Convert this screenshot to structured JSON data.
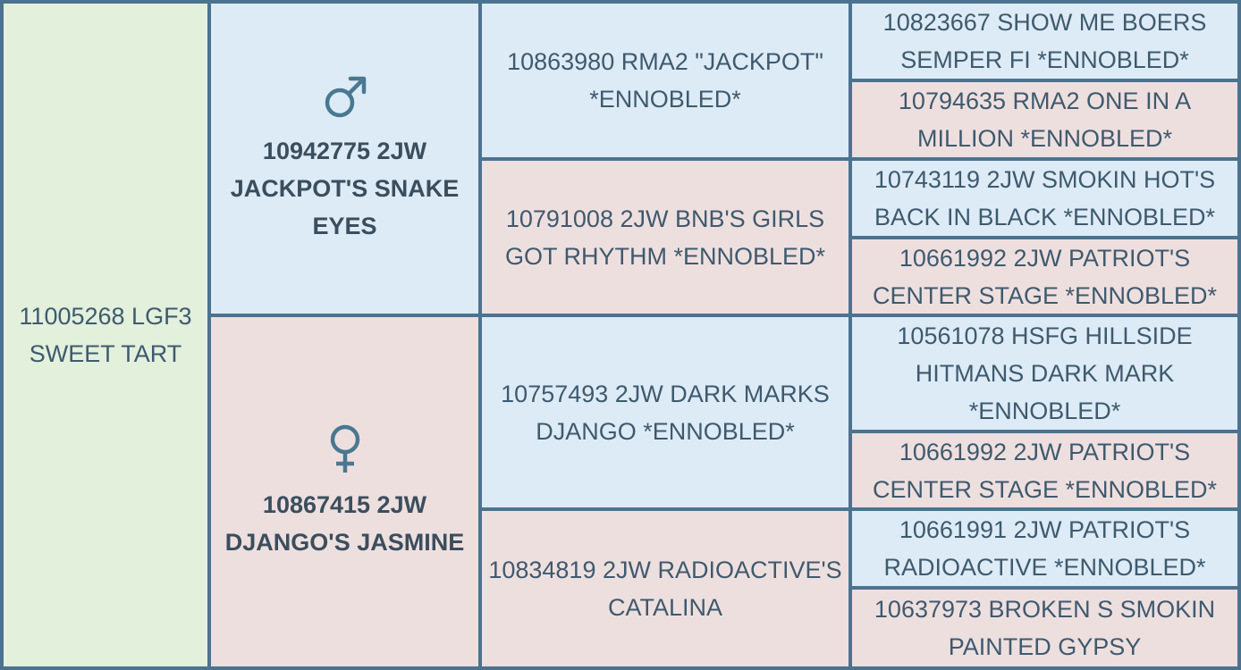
{
  "pedigree": {
    "subject": {
      "name": "11005268 LGF3 SWEET TART"
    },
    "sire": {
      "name": "10942775 2JW JACKPOT'S SNAKE EYES",
      "icon": "male-symbol-icon"
    },
    "dam": {
      "name": "10867415 2JW DJANGO'S JASMINE",
      "icon": "female-symbol-icon"
    },
    "sire_sire": {
      "name": "10863980 RMA2 \"JACKPOT\" *ENNOBLED*"
    },
    "sire_dam": {
      "name": "10791008 2JW BNB'S GIRLS GOT RHYTHM *ENNOBLED*"
    },
    "dam_sire": {
      "name": "10757493 2JW DARK MARKS DJANGO *ENNOBLED*"
    },
    "dam_dam": {
      "name": "10834819 2JW RADIOACTIVE'S CATALINA"
    },
    "sire_sire_sire": {
      "name": "10823667 SHOW ME BOERS SEMPER FI *ENNOBLED*"
    },
    "sire_sire_dam": {
      "name": "10794635 RMA2 ONE IN A MILLION *ENNOBLED*"
    },
    "sire_dam_sire": {
      "name": "10743119 2JW SMOKIN HOT'S BACK IN BLACK *ENNOBLED*"
    },
    "sire_dam_dam": {
      "name": "10661992 2JW PATRIOT'S CENTER STAGE *ENNOBLED*"
    },
    "dam_sire_sire": {
      "name": "10561078 HSFG HILLSIDE HITMANS DARK MARK *ENNOBLED*"
    },
    "dam_sire_dam": {
      "name": "10661992 2JW PATRIOT'S CENTER STAGE *ENNOBLED*"
    },
    "dam_dam_sire": {
      "name": "10661991 2JW PATRIOT'S RADIOACTIVE *ENNOBLED*"
    },
    "dam_dam_dam": {
      "name": "10637973 BROKEN S SMOKIN PAINTED GYPSY"
    }
  },
  "colors": {
    "border": "#4b7390",
    "subject_bg": "#e2f0dc",
    "male_bg": "#ddebf6",
    "female_bg": "#eedfdf",
    "text": "#3e5a6e",
    "icon": "#4a7891"
  }
}
